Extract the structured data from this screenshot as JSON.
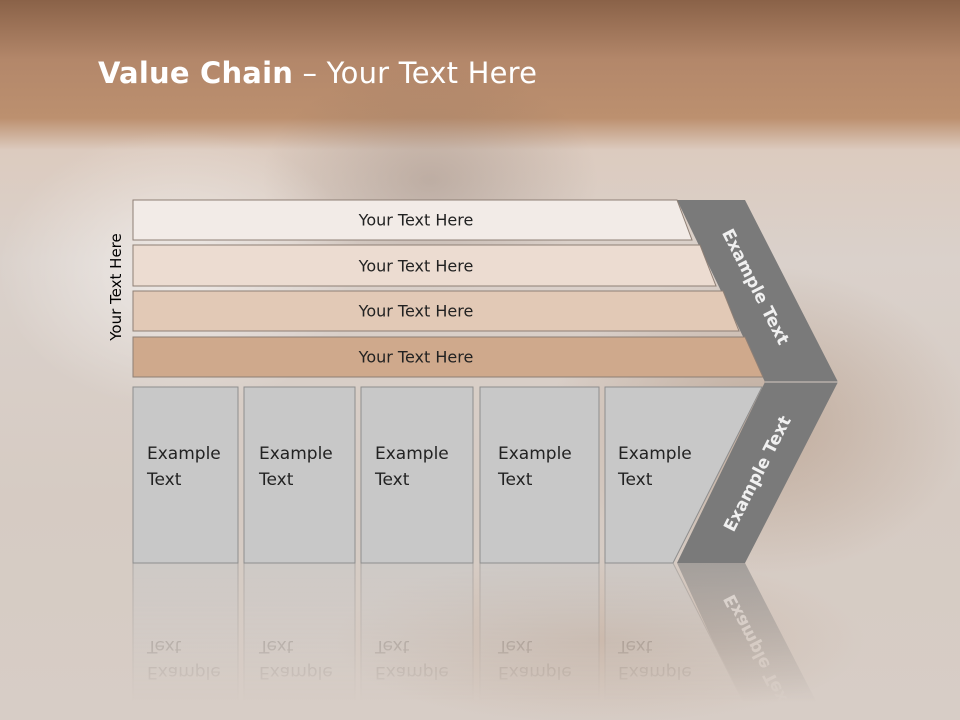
{
  "title": {
    "bold": "Value Chain",
    "rest": " – Your Text Here"
  },
  "side_label": "Your Text Here",
  "bars": [
    {
      "label": "Your Text Here",
      "color": "#f2ebe7"
    },
    {
      "label": "Your Text Here",
      "color": "#ecdcd1"
    },
    {
      "label": "Your Text Here",
      "color": "#e2c9b6"
    },
    {
      "label": "Your Text Here",
      "color": "#cfa98c"
    }
  ],
  "boxes": [
    {
      "line1": "Example",
      "line2": "Text"
    },
    {
      "line1": "Example",
      "line2": "Text"
    },
    {
      "line1": "Example",
      "line2": "Text"
    },
    {
      "line1": "Example",
      "line2": "Text"
    },
    {
      "line1": "Example",
      "line2": "Text"
    }
  ],
  "chevron_top": "Example Text",
  "chevron_bottom": "Example Text",
  "colors": {
    "chevron": "#7a7a7a",
    "box": "#c8c8c8"
  }
}
